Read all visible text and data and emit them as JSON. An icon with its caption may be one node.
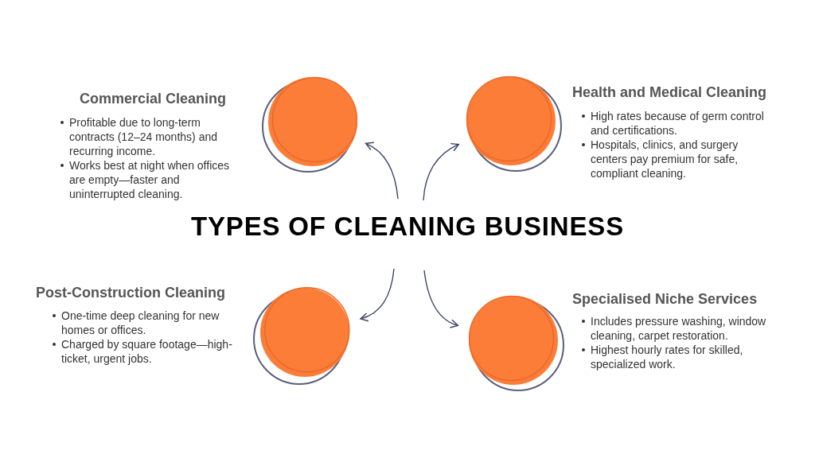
{
  "diagram": {
    "title": "TYPES OF CLEANING BUSINESS",
    "nodes": [
      {
        "text": [],
        "shape": "circle",
        "beside": [
          "Commercial Cleaning",
          "Profitable due to long-term contracts (12–24 months) and recurring income.",
          "Works best at night when offices are empty—faster and uninterrupted cleaning."
        ]
      },
      {
        "text": [],
        "shape": "circle",
        "beside": [
          "Health and Medical Cleaning",
          "High rates because of germ control and certifications.",
          "Hospitals, clinics, and surgery centers pay premium for safe, compliant cleaning."
        ]
      },
      {
        "text": [],
        "shape": "circle",
        "beside": [
          "Post-Construction Cleaning",
          "One-time deep cleaning for new homes or offices.",
          "Charged by square footage—high-ticket, urgent jobs."
        ]
      },
      {
        "text": [],
        "shape": "circle",
        "beside": [
          "Specialised Niche Services",
          "Includes pressure washing, window cleaning, carpet restoration.",
          "Highest hourly rates for skilled, specialized work."
        ]
      }
    ],
    "edges": [
      {
        "from": null,
        "to": 0,
        "arrow": "to"
      },
      {
        "from": null,
        "to": 1,
        "arrow": "to"
      },
      {
        "from": null,
        "to": 2,
        "arrow": "to"
      },
      {
        "from": null,
        "to": 3,
        "arrow": "to"
      }
    ]
  }
}
